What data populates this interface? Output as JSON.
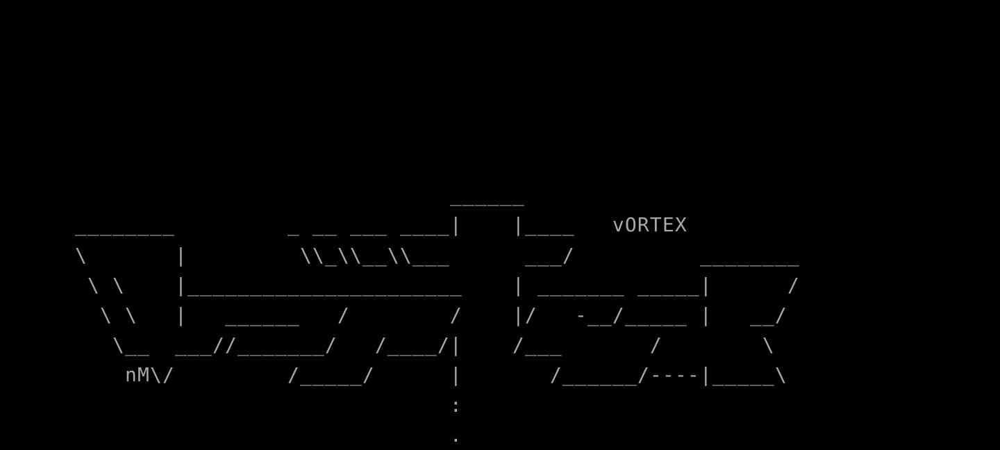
{
  "screen": {
    "title": "vORTEX",
    "signature": "nM",
    "rows": [
      "",
      "",
      "",
      "",
      "",
      "",
      "                                    ______",
      "      ________         _ __ ___ ____|    |____   vORTEX",
      "      \\       |         \\\\_\\\\__\\\\___      ___/          ________",
      "       \\ \\    |______________________    | _______ _____|      /",
      "        \\ \\   |   ______   /        /    |/   -__/_____ |   __/",
      "         \\__  ___//_______/   /____/|    /___       /        \\",
      "          nM\\/         /_____/      |       /______/----|_____\\",
      "                                    :",
      "                                    ."
    ]
  }
}
